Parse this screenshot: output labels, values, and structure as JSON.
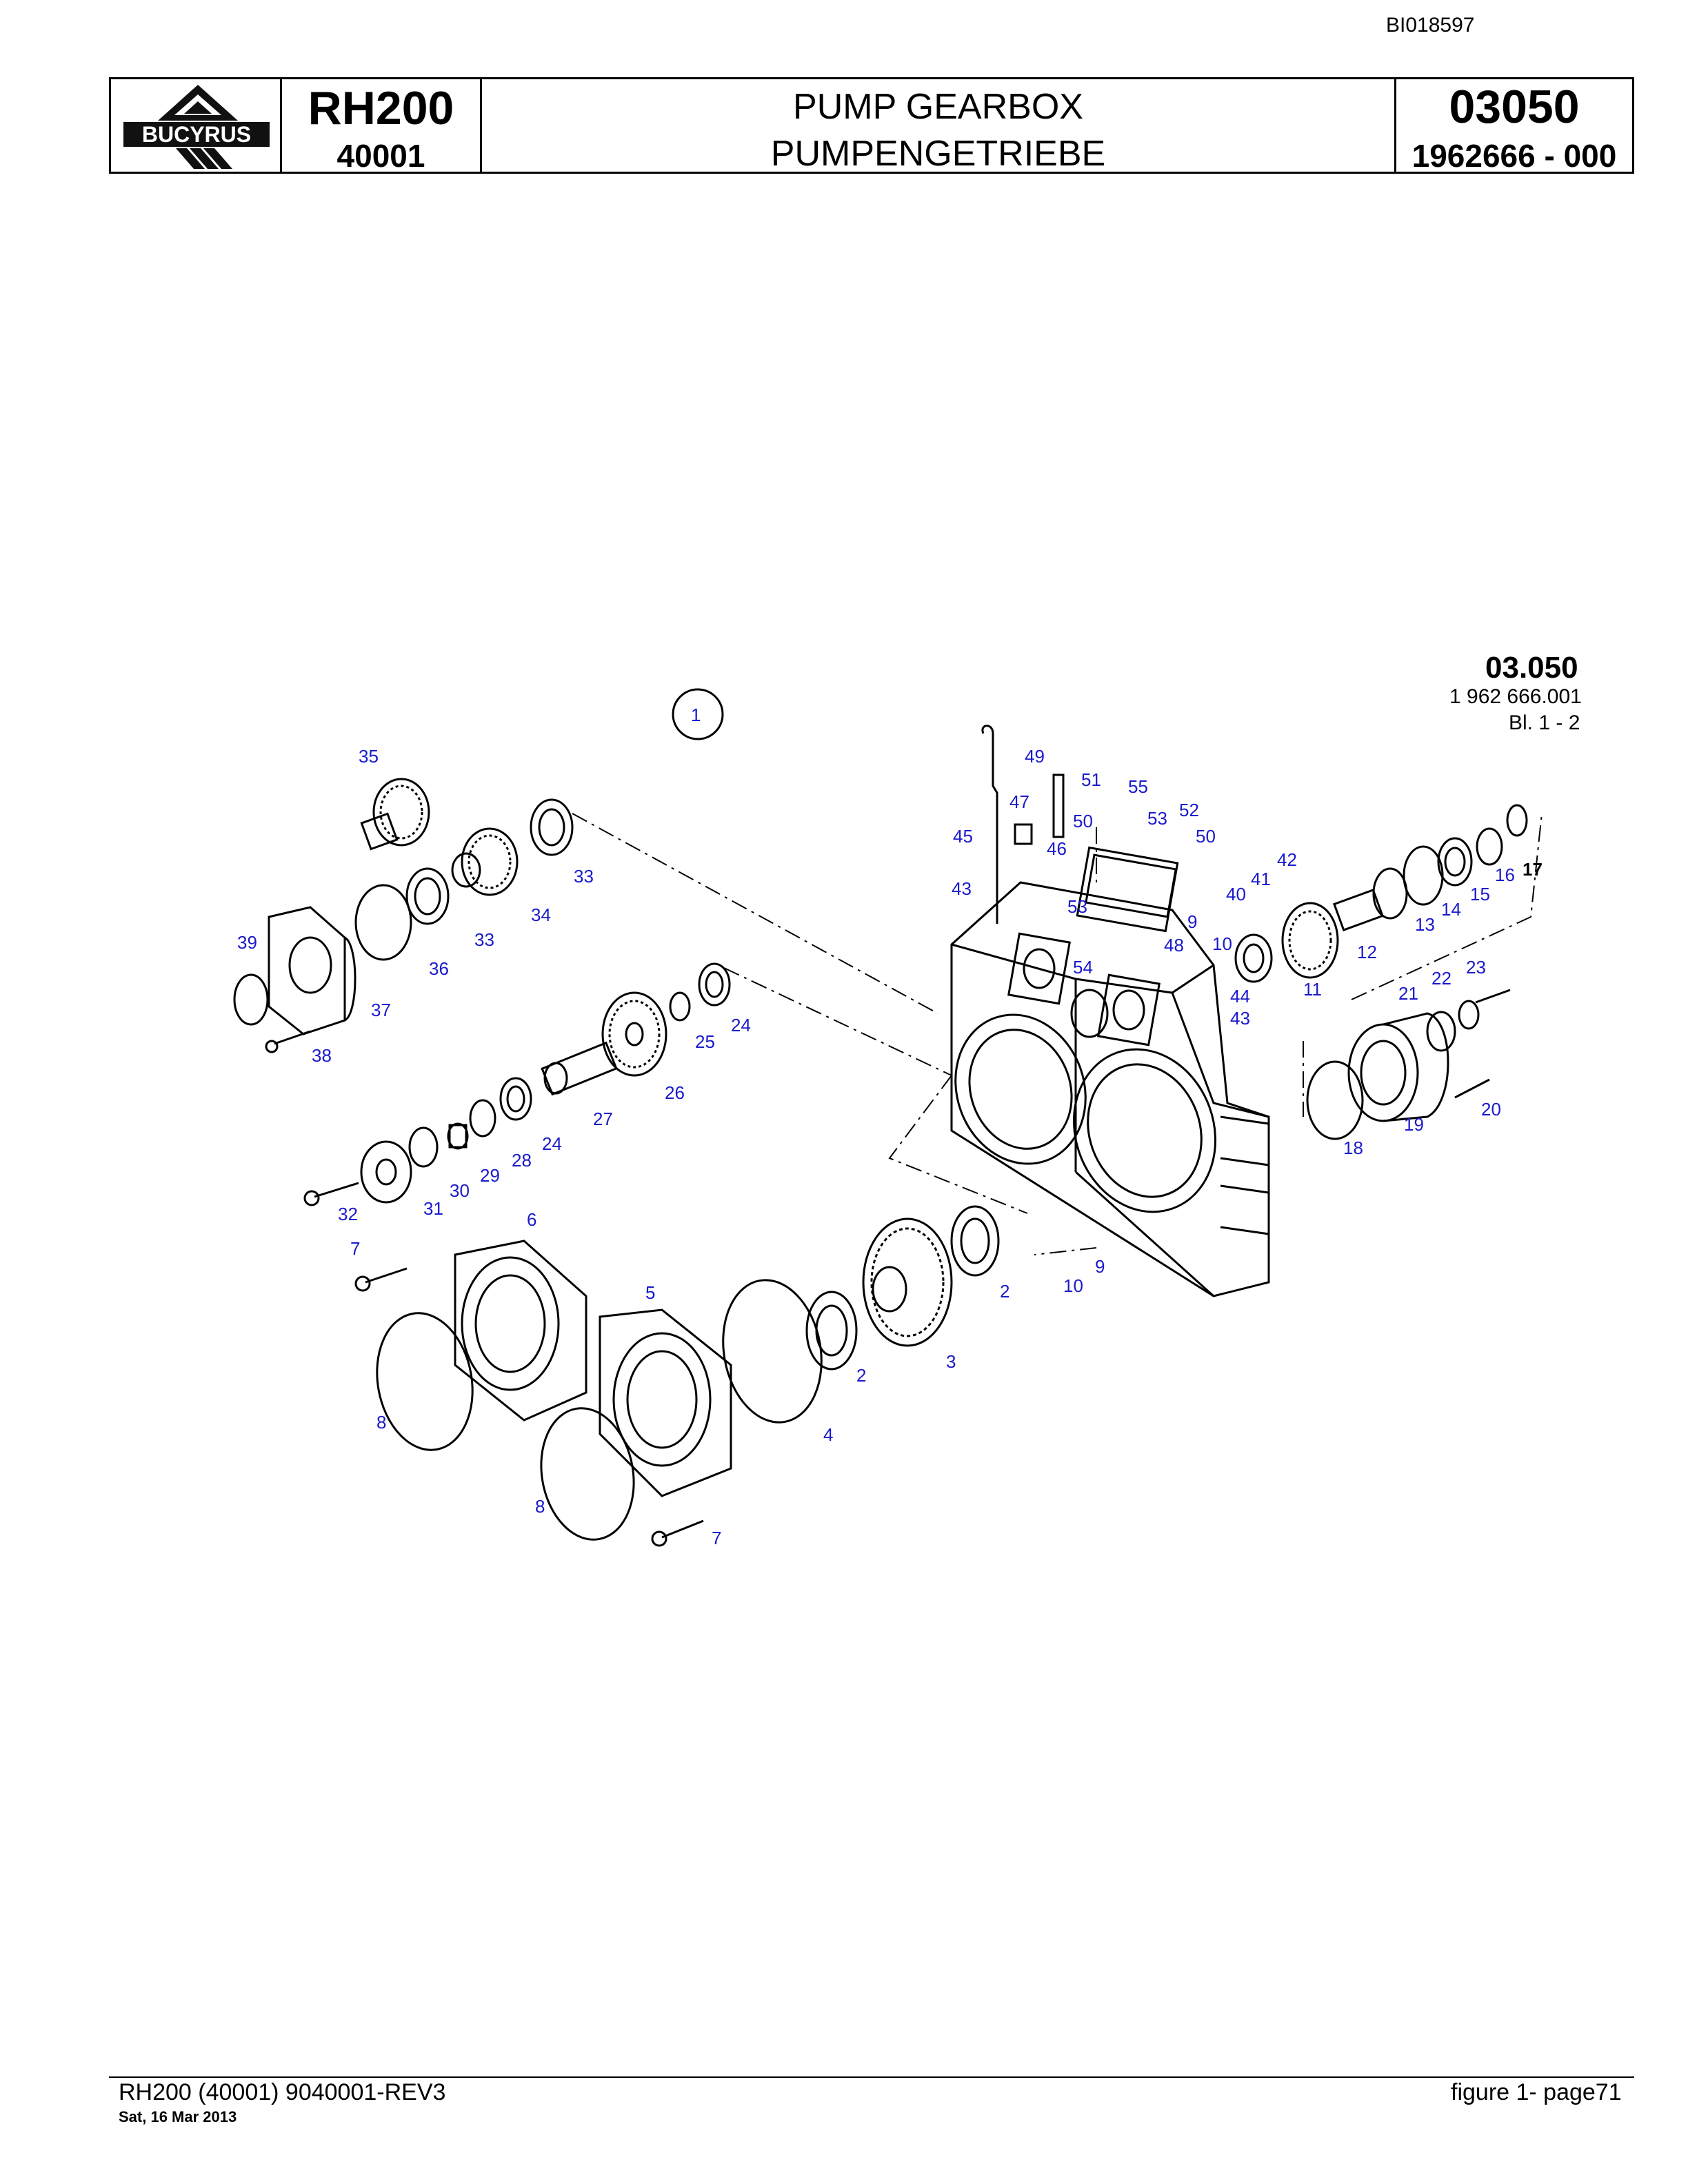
{
  "document_id": "BI018597",
  "header": {
    "logo_text": "BUCYRUS",
    "model": "RH200",
    "serial": "40001",
    "title_en": "PUMP GEARBOX",
    "title_de": "PUMPENGETRIEBE",
    "group_code": "03050",
    "part_number": "1962666  - 000"
  },
  "sheet": {
    "code": "03.050",
    "drawing_number": "1 962 666.001",
    "sheet_label": "Bl. 1 - 2"
  },
  "callouts": [
    "1",
    "2",
    "2",
    "3",
    "4",
    "5",
    "6",
    "7",
    "7",
    "8",
    "8",
    "9",
    "9",
    "10",
    "10",
    "11",
    "12",
    "13",
    "14",
    "15",
    "16",
    "17",
    "18",
    "19",
    "20",
    "21",
    "22",
    "23",
    "24",
    "24",
    "25",
    "26",
    "27",
    "28",
    "29",
    "30",
    "31",
    "32",
    "33",
    "33",
    "34",
    "35",
    "36",
    "37",
    "38",
    "39",
    "40",
    "41",
    "42",
    "43",
    "43",
    "44",
    "45",
    "46",
    "47",
    "48",
    "49",
    "50",
    "50",
    "51",
    "52",
    "53",
    "53",
    "54",
    "55"
  ],
  "colors": {
    "callout": "#1a1acc",
    "line": "#000000"
  },
  "footer": {
    "left": "RH200 (40001) 9040001-REV3",
    "date": "Sat, 16 Mar 2013",
    "right": "figure  1- page71"
  }
}
